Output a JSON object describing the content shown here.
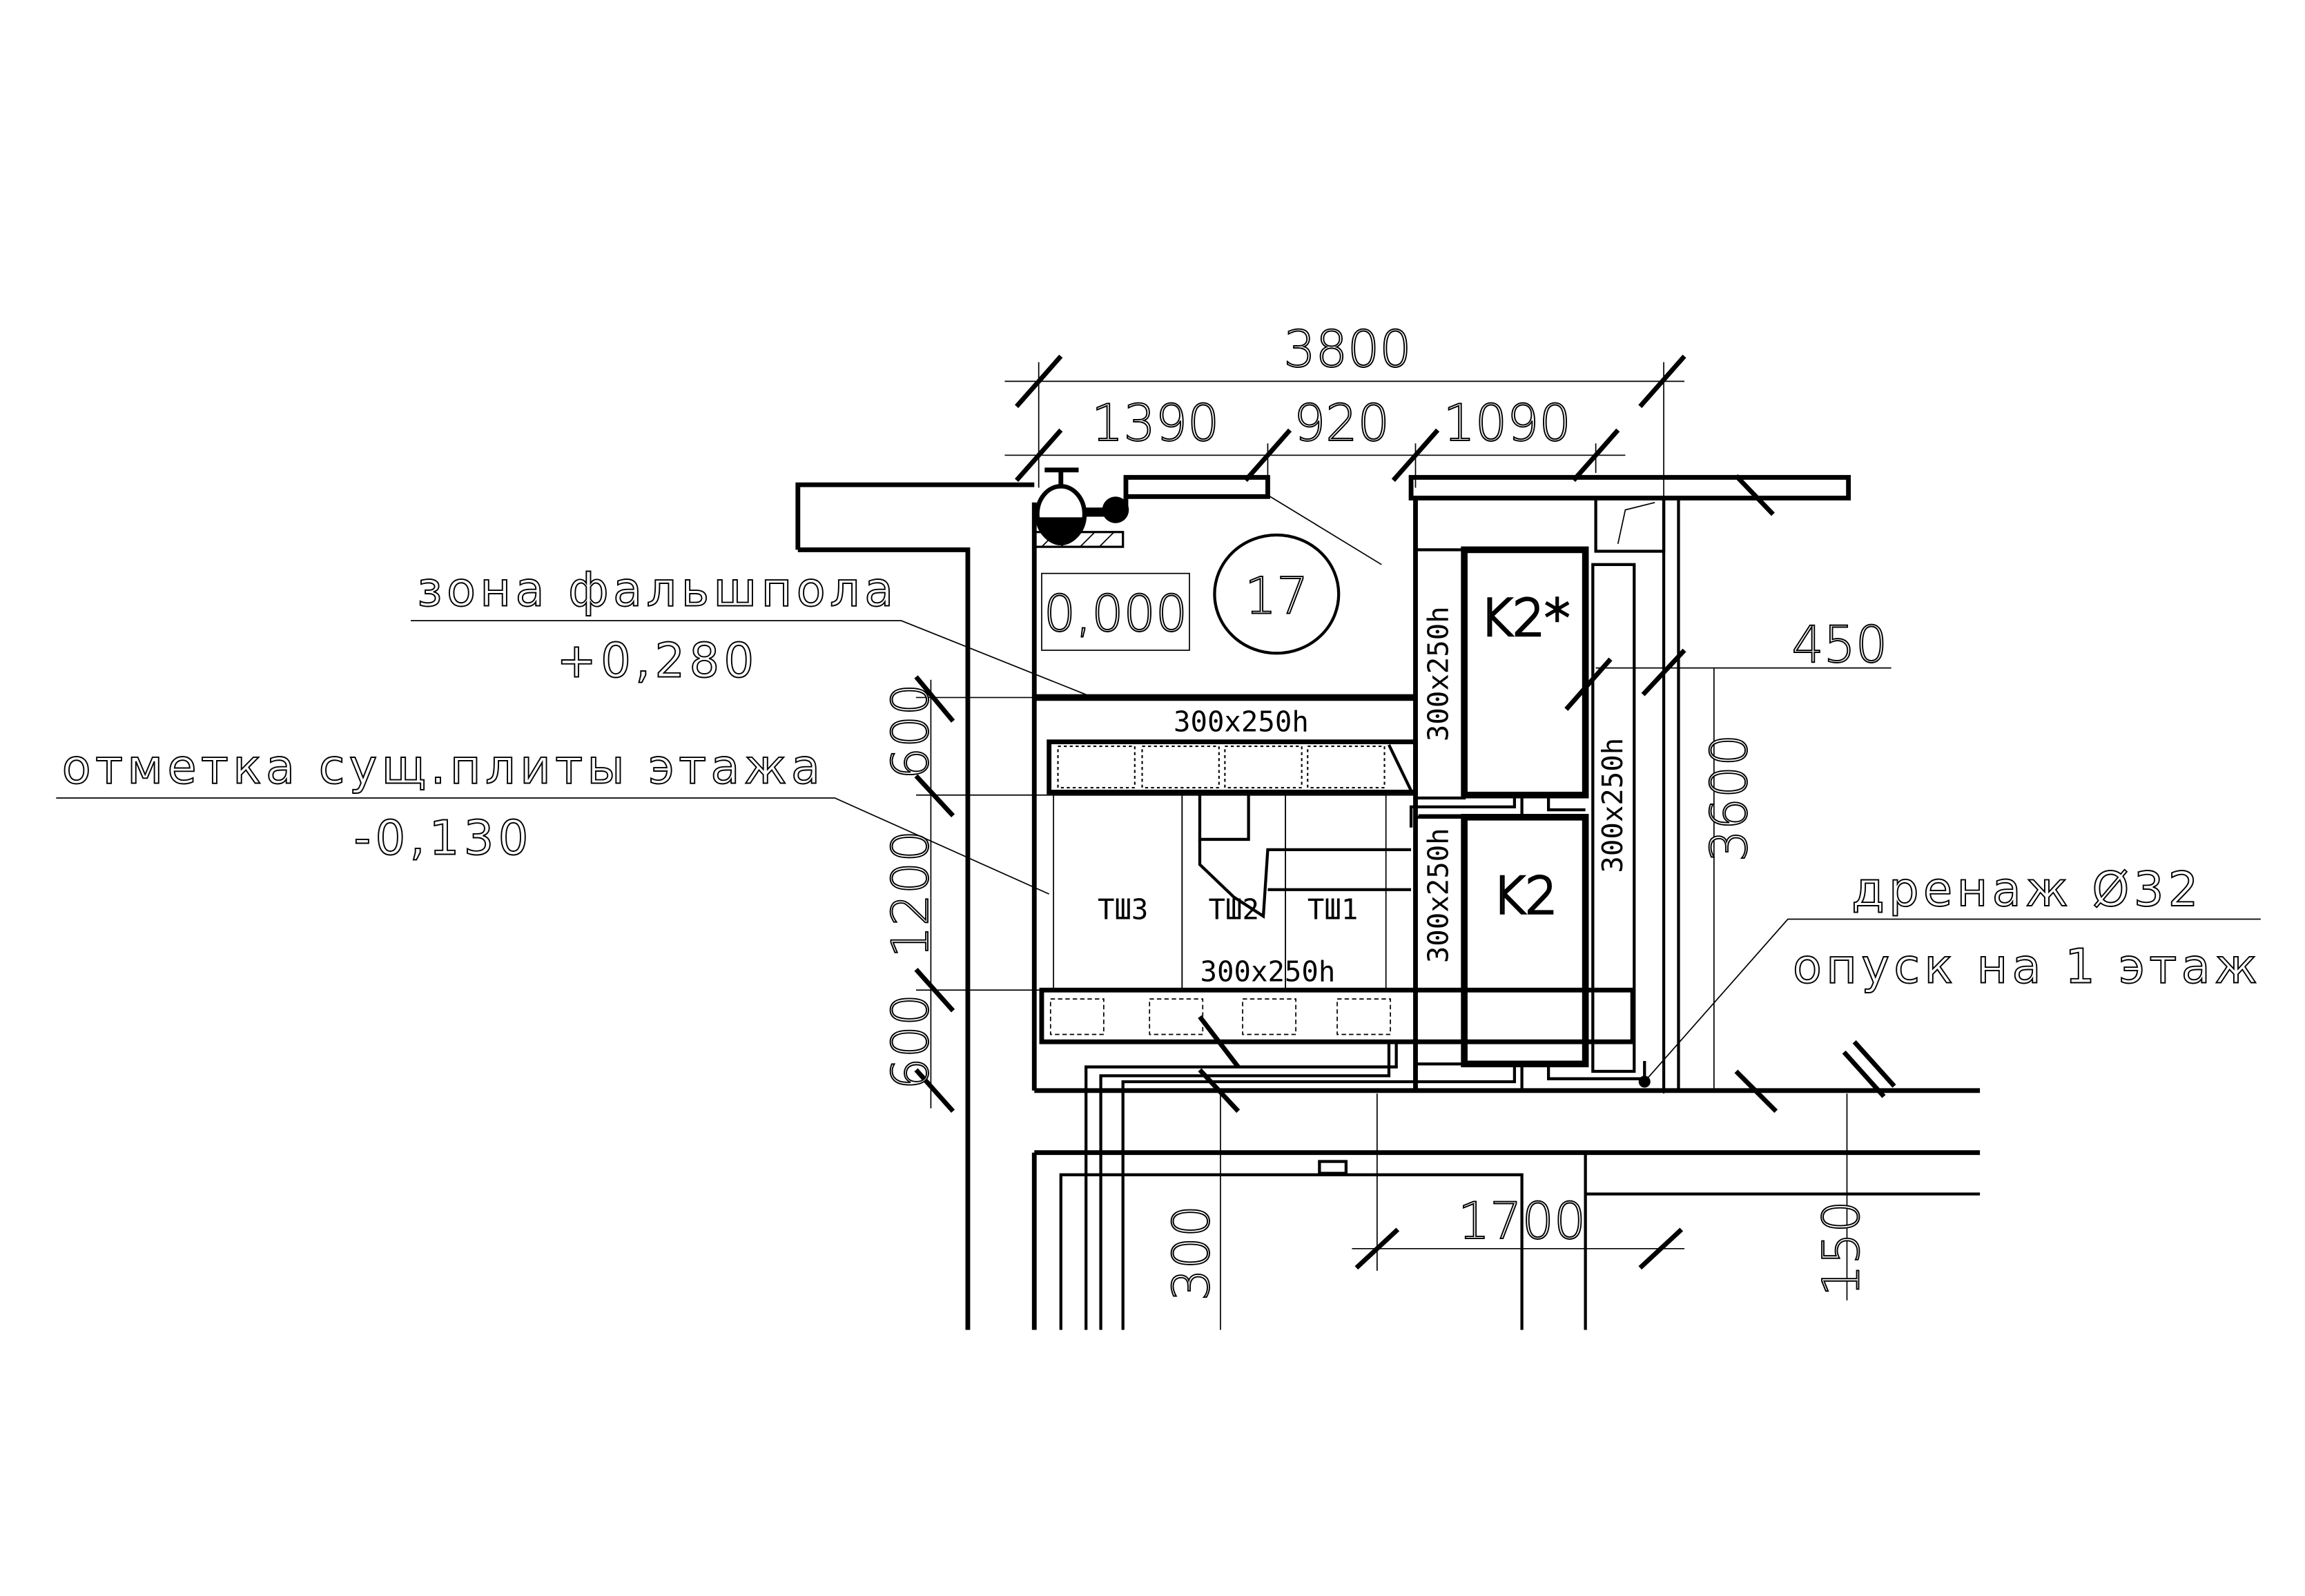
{
  "dimensions": {
    "overall": "3800",
    "seg1": "1390",
    "seg2": "920",
    "seg3": "1090",
    "right_offset": "450",
    "right_height": "3600",
    "left_top": "600",
    "left_mid": "1200",
    "left_bottom": "600",
    "bottom_width": "1700",
    "bottom_300": "300",
    "bottom_150": "150"
  },
  "room": {
    "number": "17",
    "level": "0,000"
  },
  "labels": {
    "raised_floor_zone": "зона фальшпола",
    "raised_floor_level": "+0,280",
    "slab_mark": "отметка сущ.плиты этажа",
    "slab_level": "-0,130",
    "drain": "дренаж Ø32",
    "drain_note": "опуск на 1 этаж"
  },
  "equipment": {
    "unit_top": "K2*",
    "unit_bottom": "K2",
    "cabinets": [
      "ТШ3",
      "ТШ2",
      "ТШ1"
    ]
  },
  "ducts": {
    "top_horizontal": "300x250h",
    "bottom_horizontal": "300x250h",
    "vertical_upper": "300x250h",
    "vertical_lower": "300x250h",
    "vertical_right": "300x250h"
  }
}
